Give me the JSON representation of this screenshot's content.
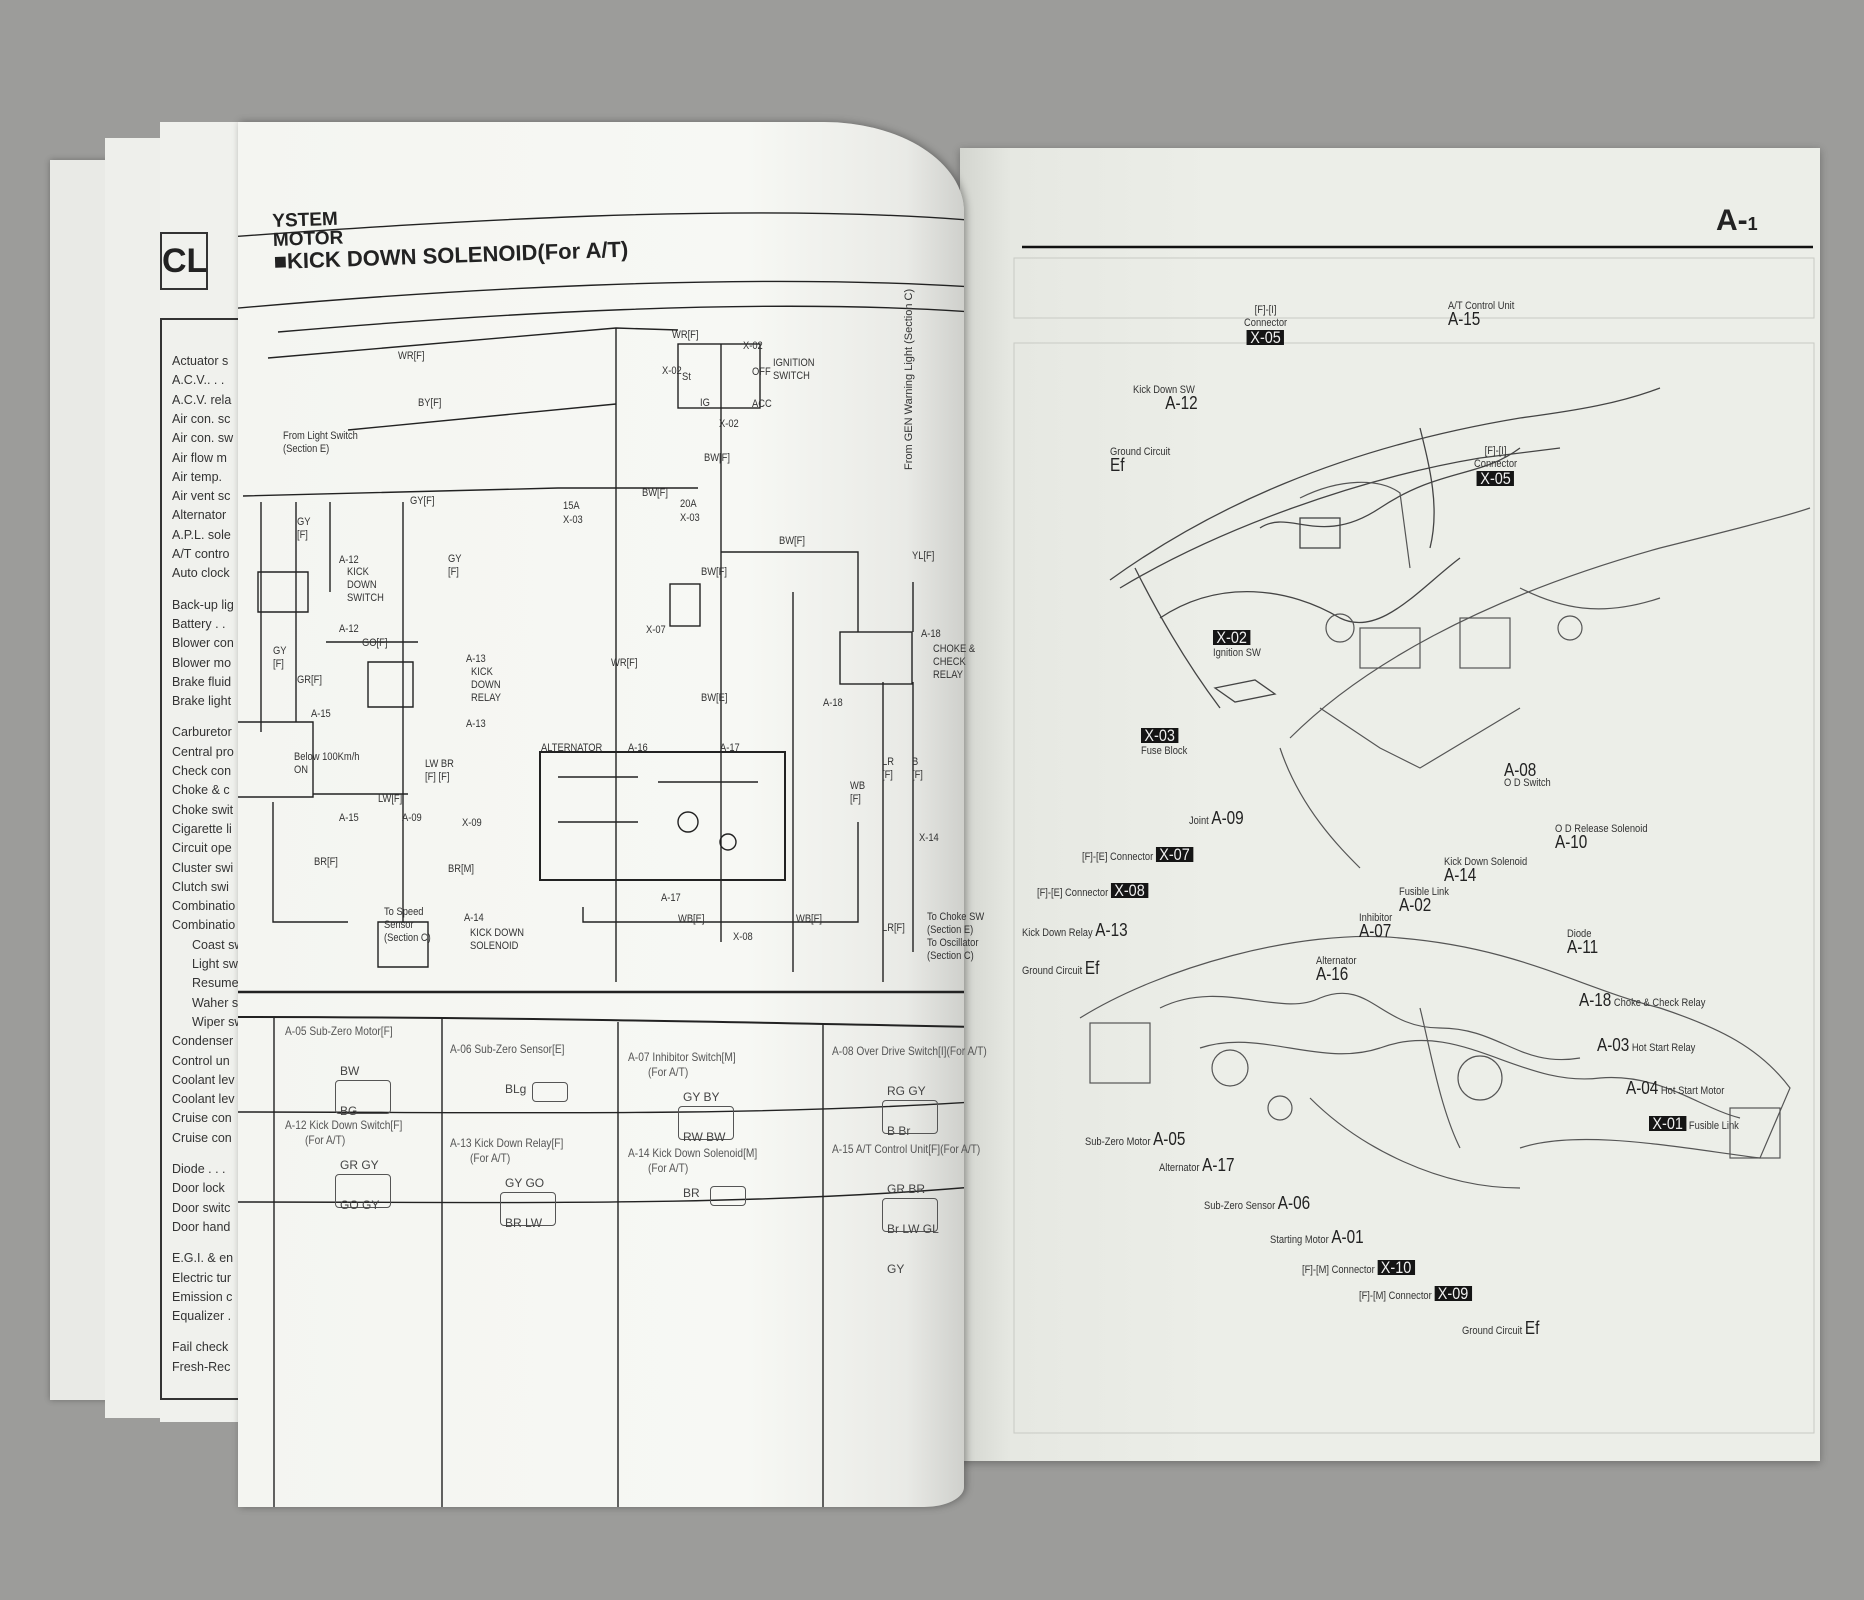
{
  "back_page": {
    "section_code": "CL",
    "index_items": [
      "Actuator s",
      "A.C.V.. . .",
      "A.C.V. rela",
      "Air con. sc",
      "Air con. sw",
      "Air flow m",
      "Air temp.",
      "Air vent sc",
      "Alternator",
      "A.P.L. sole",
      "A/T contro",
      "Auto clock",
      "Back-up lig",
      "Battery . .",
      "Blower con",
      "Blower mo",
      "Brake fluid",
      "Brake light",
      "Carburetor",
      "Central pro",
      "Check con",
      "Choke & c",
      "Choke swit",
      "Cigarette li",
      "Circuit ope",
      "Cluster swi",
      "Clutch swi",
      "Combinatio",
      "Combinatio",
      "Coast sw",
      "Light sw",
      "Resume",
      "Waher s",
      "Wiper sw",
      "Condenser",
      "Control un",
      "Coolant lev",
      "Coolant lev",
      "Cruise con",
      "Cruise con",
      "Diode . . .",
      "Door lock",
      "Door switc",
      "Door hand",
      "E.G.I. & en",
      "Electric tur",
      "Emission c",
      "Equalizer .",
      "Fail check",
      "Fresh-Rec"
    ]
  },
  "left_page": {
    "title_lines": [
      "YSTEM",
      "MOTOR",
      "■KICK DOWN SOLENOID(For A/T)"
    ],
    "schematic": {
      "labels": [
        "WR[F]",
        "X-02",
        "WR[F]",
        "X-02",
        "St",
        "OFF",
        "IG",
        "ACC",
        "IGNITION",
        "SWITCH",
        "BY[F]",
        "X-02",
        "From Light Switch",
        "(Section E)",
        "BW[F]",
        "GY[F]",
        "BW[F]",
        "15A",
        "X-03",
        "20A",
        "X-03",
        "A-12",
        "KICK",
        "DOWN",
        "SWITCH",
        "GY",
        "[F]",
        "BW[F]",
        "YL[F]",
        "BW[F]",
        "GO[F]",
        "A-12",
        "A-13",
        "KICK",
        "DOWN",
        "RELAY",
        "A-13",
        "X-07",
        "WR[F]",
        "A-18",
        "CHOKE &",
        "CHECK",
        "RELAY",
        "A-18",
        "BW[E]",
        "GY",
        "[F]",
        "GR[F]",
        "A-15",
        "Below 100Km/h",
        "ON",
        "ALTERNATOR",
        "A-16",
        "A-17",
        "LW[F]",
        "A-09",
        "A-15",
        "LW  BR",
        "[F]  [F]",
        "LR",
        "[F]",
        "B",
        "[F]",
        "WB",
        "[F]",
        "X-09",
        "BR[M]",
        "BR[F]",
        "X-14",
        "A-17",
        "WB[E]",
        "X-08",
        "WB[F]",
        "LR[F]",
        "To Speed",
        "Sensor",
        "(Section C)",
        "A-14",
        "KICK DOWN",
        "SOLENOID",
        "To Choke SW",
        "(Section E)",
        "To Oscillator",
        "(Section C)",
        "GY",
        "[F]"
      ],
      "vertical_label": "From GEN Warning Light (Section C)"
    },
    "connectors": [
      {
        "title": "A-05 Sub-Zero Motor[F]",
        "sub": "",
        "pins": [
          "BW",
          "BG"
        ]
      },
      {
        "title": "A-06 Sub-Zero Sensor[E]",
        "sub": "",
        "pins": [
          "BLg"
        ]
      },
      {
        "title": "A-07 Inhibitor Switch[M]",
        "sub": "(For A/T)",
        "pins": [
          "GY  BY",
          "RW  BW"
        ]
      },
      {
        "title": "A-08 Over Drive Switch[I](For A/T)",
        "sub": "",
        "pins": [
          "RG  GY",
          "B  Br"
        ]
      },
      {
        "title": "A-12 Kick Down Switch[F]",
        "sub": "(For A/T)",
        "pins": [
          "GR  GY",
          "GO  GY"
        ]
      },
      {
        "title": "A-13 Kick Down Relay[F]",
        "sub": "(For A/T)",
        "pins": [
          "GY  GO",
          "BR  LW"
        ]
      },
      {
        "title": "A-14 Kick Down Solenoid[M]",
        "sub": "(For A/T)",
        "pins": [
          "BR"
        ]
      },
      {
        "title": "A-15 A/T Control Unit[F](For A/T)",
        "sub": "",
        "pins": [
          "GR  BR",
          "Br LW GL",
          "GY"
        ]
      }
    ]
  },
  "right_page": {
    "page_number": "A-",
    "page_sub": "1",
    "top_callouts": [
      {
        "label": "[F]-[I]",
        "label2": "Connector",
        "code": "X-05"
      },
      {
        "label": "A/T Control Unit",
        "code": "A-15"
      },
      {
        "label": "Kick Down  SW",
        "code": "A-12"
      },
      {
        "label": "Ground Circuit",
        "code": "Ef"
      },
      {
        "label": "[F]-[I]",
        "label2": "Connector",
        "code": "X-05"
      },
      {
        "label": "Ignition SW",
        "code": "X-02"
      },
      {
        "label": "Fuse Block",
        "code": "X-03"
      },
      {
        "label": "O D Switch",
        "code": "A-08"
      }
    ],
    "bottom_callouts": [
      {
        "label": "Joint",
        "code": "A-09"
      },
      {
        "label": "[F]-[E] Connector",
        "code": "X-07"
      },
      {
        "label": "[F]-[E] Connector",
        "code": "X-08"
      },
      {
        "label": "Kick Down Relay",
        "code": "A-13"
      },
      {
        "label": "Ground Circuit",
        "code": "Ef"
      },
      {
        "label": "Alternator",
        "code": "A-16"
      },
      {
        "label": "Inhibitor",
        "code": "A-07"
      },
      {
        "label": "Fusible Link",
        "code": "A-02"
      },
      {
        "label": "Kick Down Solenoid",
        "code": "A-14"
      },
      {
        "label": "O D Release Solenoid",
        "code": "A-10"
      },
      {
        "label": "Diode",
        "code": "A-11"
      },
      {
        "label": "Choke & Check Relay",
        "code": "A-18"
      },
      {
        "label": "Hot Start  Relay",
        "code": "A-03"
      },
      {
        "label": "Hot Start  Motor",
        "code": "A-04"
      },
      {
        "label": "Fusible Link",
        "code": "X-01"
      },
      {
        "label": "Sub-Zero Motor",
        "code": "A-05"
      },
      {
        "label": "Alternator",
        "code": "A-17"
      },
      {
        "label": "Sub-Zero Sensor",
        "code": "A-06"
      },
      {
        "label": "Starting Motor",
        "code": "A-01"
      },
      {
        "label": "[F]-[M] Connector",
        "code": "X-10"
      },
      {
        "label": "[F]-[M] Connector",
        "code": "X-09"
      },
      {
        "label": "Ground Circuit",
        "code": "Ef"
      }
    ]
  }
}
